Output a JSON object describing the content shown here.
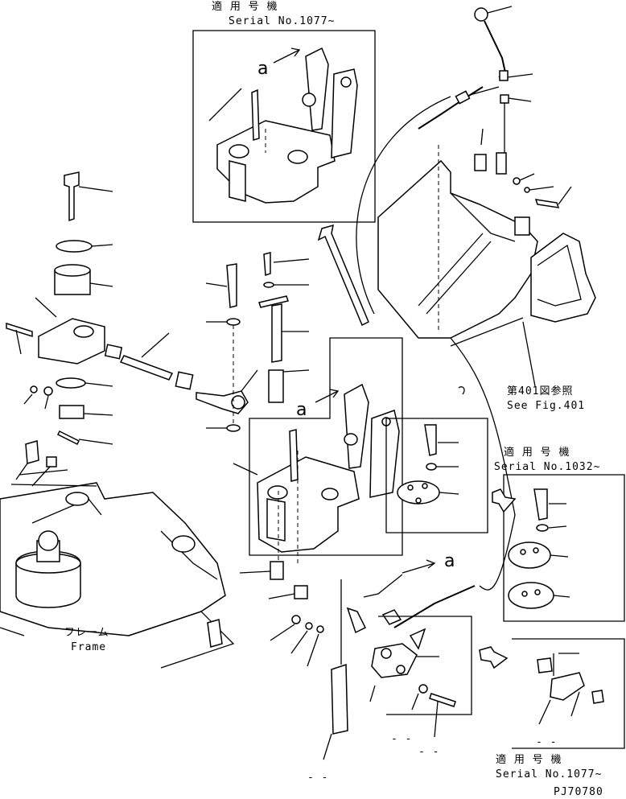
{
  "labels": {
    "serial_top_jp": "適 用 号 機",
    "serial_top": "Serial No.1077~",
    "see_fig_jp": "第401図参照",
    "see_fig": "See Fig.401",
    "serial_right_jp": "適 用 号 機",
    "serial_right": "Serial No.1032~",
    "frame_jp": "フレーム",
    "frame": "Frame",
    "serial_bottom_jp": "適 用 号 機",
    "serial_bottom": "Serial No.1077~",
    "part_code": "PJ70780",
    "marker_a": "a"
  },
  "icons": {
    "arrow": "hollow-arrow-icon"
  }
}
